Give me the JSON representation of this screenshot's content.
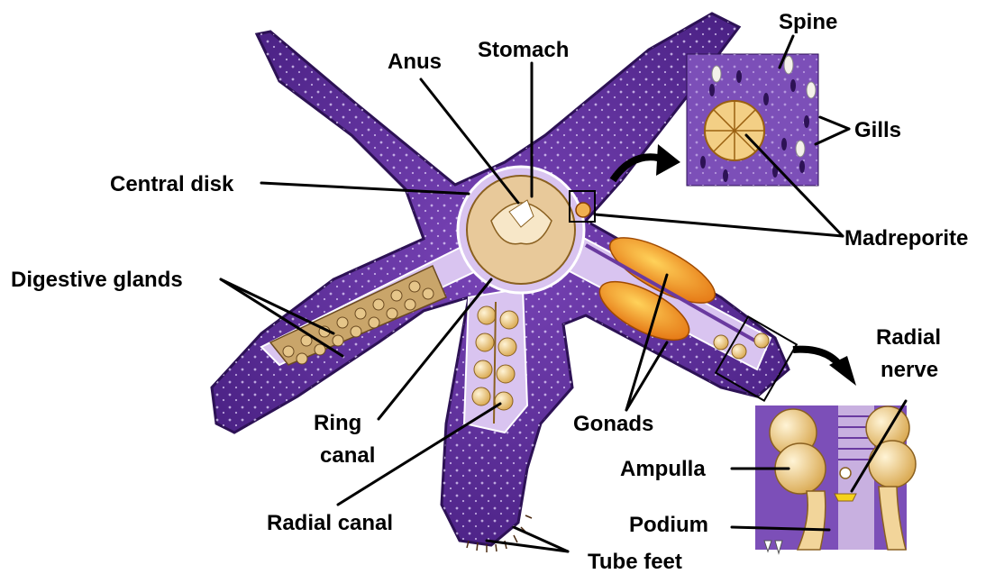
{
  "labels": {
    "anus": "Anus",
    "stomach": "Stomach",
    "spine": "Spine",
    "gills": "Gills",
    "central_disk": "Central disk",
    "madreporite": "Madreporite",
    "digestive_glands": "Digestive glands",
    "radial_nerve_line1": "Radial",
    "radial_nerve_line2": "nerve",
    "ring_canal_line1": "Ring",
    "ring_canal_line2": "canal",
    "gonads": "Gonads",
    "ampulla": "Ampulla",
    "radial_canal": "Radial canal",
    "podium": "Podium",
    "tube_feet": "Tube feet"
  },
  "colors": {
    "body": "#5b2a95",
    "body_dark": "#3e1b72",
    "body_light": "#9a6fd0",
    "inner": "#c7a6e8",
    "gland": "#c9a56a",
    "gonad": "#f08a1a",
    "gonad_light": "#ffc44a",
    "ampulla": "#f2d59a",
    "stomach": "#e8c99a"
  }
}
